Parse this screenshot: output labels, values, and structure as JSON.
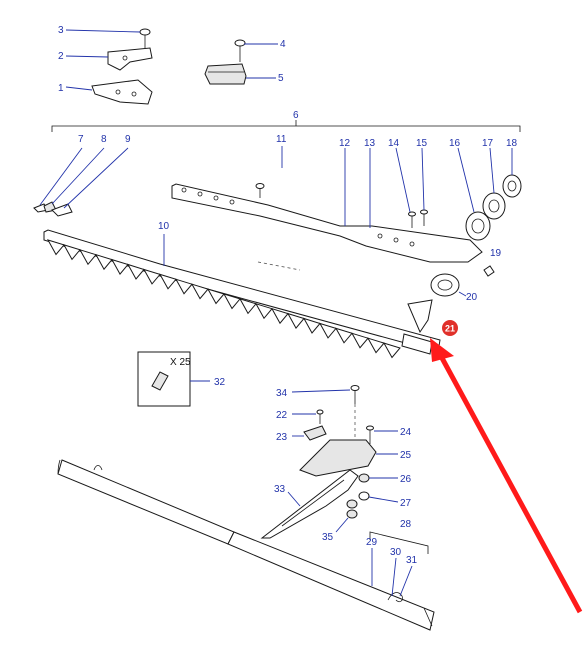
{
  "labels": {
    "p1": "1",
    "p2": "2",
    "p3": "3",
    "p4": "4",
    "p5": "5",
    "p6": "6",
    "p7": "7",
    "p8": "8",
    "p9": "9",
    "p10": "10",
    "p11": "11",
    "p12": "12",
    "p13": "13",
    "p14": "14",
    "p15": "15",
    "p16": "16",
    "p17": "17",
    "p18": "18",
    "p19": "19",
    "p20": "20",
    "p21": "21",
    "p22": "22",
    "p23": "23",
    "p24": "24",
    "p25": "25",
    "p26": "26",
    "p27": "27",
    "p28": "28",
    "p29": "29",
    "p30": "30",
    "p31": "31",
    "p32": "32",
    "p33": "33",
    "p34": "34",
    "p35": "35"
  },
  "inset": {
    "quantity": "X 25"
  },
  "colors": {
    "label": "#2233aa",
    "highlight_badge": "#e0302a",
    "arrow": "#ff1a1a"
  }
}
